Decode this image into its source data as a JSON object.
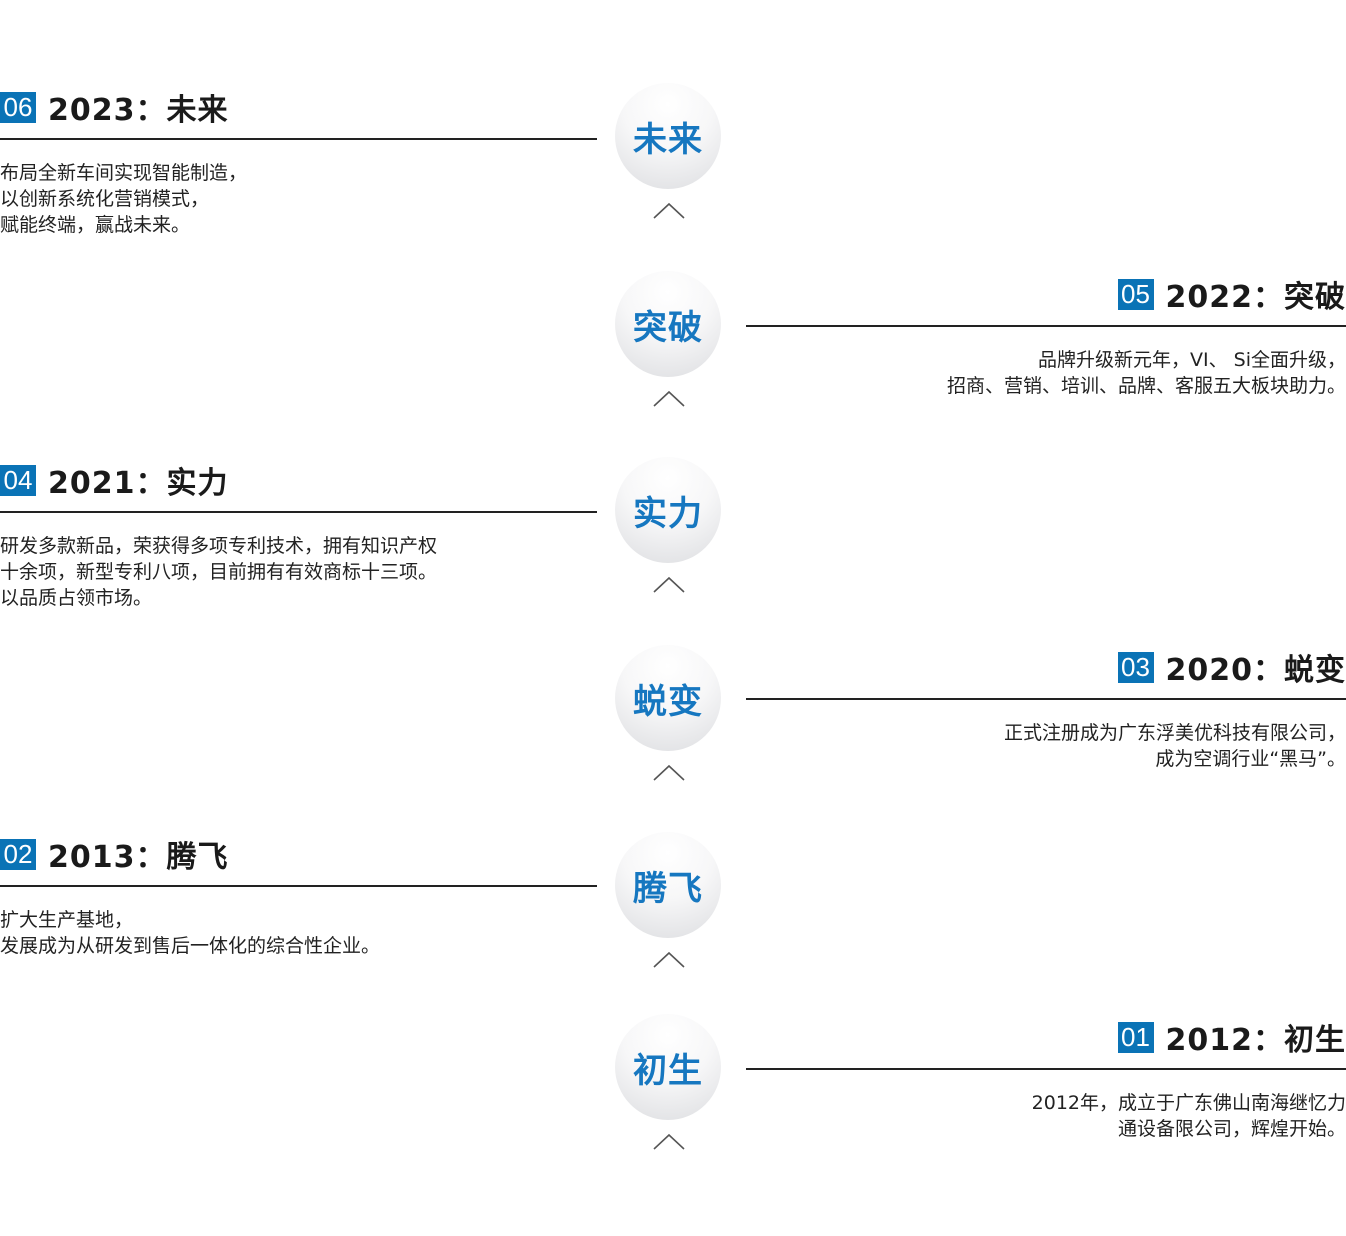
{
  "timeline": [
    {
      "num": "06",
      "title": "2023：未来",
      "node": "未来",
      "desc": "布局全新车间实现智能制造，\n以创新系统化营销模式，\n赋能终端，赢战未来。"
    },
    {
      "num": "05",
      "title": "2022：突破",
      "node": "突破",
      "desc": "品牌升级新元年，VI、 Si全面升级，\n招商、营销、培训、品牌、客服五大板块助力。"
    },
    {
      "num": "04",
      "title": "2021：实力",
      "node": "实力",
      "desc": "研发多款新品，荣获得多项专利技术，拥有知识产权\n十余项，新型专利八项，目前拥有有效商标十三项。\n以品质占领市场。"
    },
    {
      "num": "03",
      "title": "2020：蜕变",
      "node": "蜕变",
      "desc": "正式注册成为广东浮美优科技有限公司，\n成为空调行业“黑马”。"
    },
    {
      "num": "02",
      "title": "2013：腾飞",
      "node": "腾飞",
      "desc": "扩大生产基地，\n 发展成为从研发到售后一体化的综合性企业。"
    },
    {
      "num": "01",
      "title": "2012：初生",
      "node": "初生",
      "desc": "2012年，成立于广东佛山南海继忆力\n通设备限公司，辉煌开始。"
    }
  ],
  "icons": {
    "chevron": "chevron-up-icon"
  },
  "colors": {
    "accent": "#0a73b6",
    "node_text": "#1677c0"
  }
}
